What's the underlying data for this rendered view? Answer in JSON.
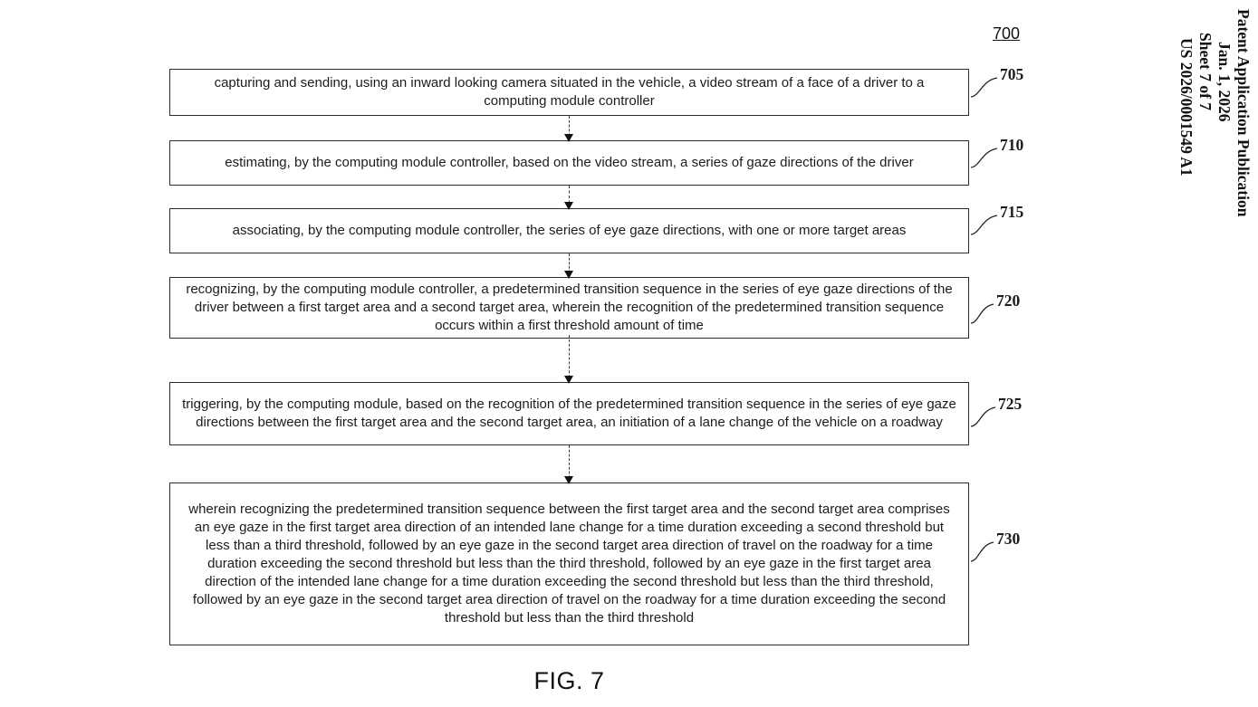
{
  "page": {
    "figure_number": "700",
    "figure_caption": "FIG. 7"
  },
  "side_header": {
    "publication": "Patent Application Publication",
    "date": "Jan. 1, 2026",
    "sheet": "Sheet 7 of 7",
    "doc_number": "US 2026/0001549 A1"
  },
  "flowchart": {
    "steps": [
      {
        "ref": "705",
        "text": "capturing and sending, using an inward looking camera situated in the vehicle, a video stream of a face of a driver to a computing module controller"
      },
      {
        "ref": "710",
        "text": "estimating, by the computing module controller, based on the video stream, a series of gaze directions of the driver"
      },
      {
        "ref": "715",
        "text": "associating, by the computing module controller, the series of eye gaze directions, with one or more target areas"
      },
      {
        "ref": "720",
        "text": "recognizing, by the computing module controller, a predetermined transition sequence in the series of eye gaze directions of the driver between a first target area and a second target area, wherein the recognition of the predetermined transition sequence occurs within a first threshold amount of time"
      },
      {
        "ref": "725",
        "text": "triggering, by the computing module, based on the recognition of the predetermined transition sequence in the series of eye gaze directions between the first target area and the second target area, an initiation of a lane change of the vehicle on a roadway"
      },
      {
        "ref": "730",
        "text": "wherein recognizing the predetermined transition sequence between the first target area and the second target area comprises an eye gaze in the first target area direction of an intended lane change for a time duration exceeding a second threshold but less than a third threshold, followed by an eye gaze in the second target area direction of travel on the roadway for a time duration exceeding the second threshold but less than the third threshold, followed by an eye gaze in the first target area direction of the intended lane change for a time duration exceeding the second threshold but less than the third threshold, followed by an eye gaze in the second target area direction of travel on the roadway for a time duration exceeding the second threshold but less than the third threshold"
      }
    ]
  }
}
